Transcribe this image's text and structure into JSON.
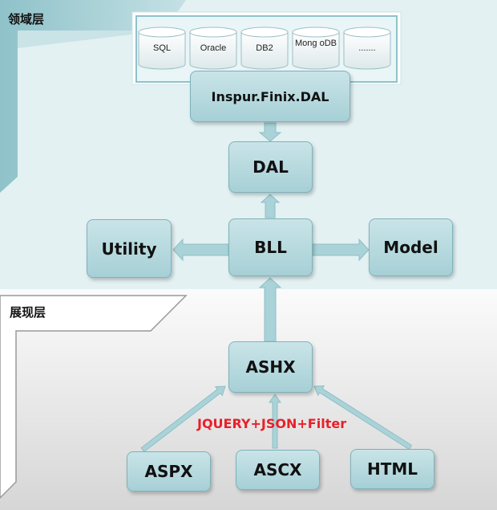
{
  "layers": {
    "domain": "领域层",
    "presentation": "展现层"
  },
  "databases": [
    "SQL",
    "Oracle",
    "DB2",
    "Mong oDB",
    "......."
  ],
  "nodes": {
    "dal_framework": "Inspur.Finix.DAL",
    "dal": "DAL",
    "bll": "BLL",
    "utility": "Utility",
    "model": "Model",
    "ashx": "ASHX",
    "aspx": "ASPX",
    "ascx": "ASCX",
    "html": "HTML"
  },
  "protocol_label": "JQUERY+JSON+Filter",
  "colors": {
    "box_fill": "#b5d9de",
    "arrow": "#a9d3d8",
    "domain_bg": "#e6f3f4",
    "protocol_text": "#e8202a"
  }
}
